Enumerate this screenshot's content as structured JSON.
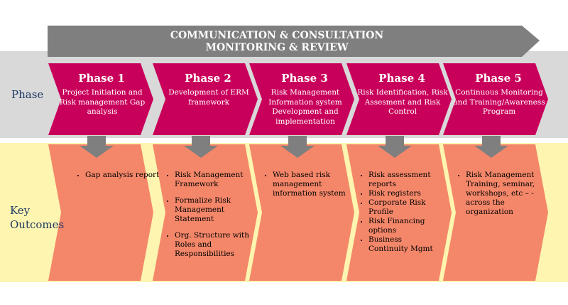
{
  "banner": {
    "line1": "COMMUNICATION & CONSULTATION",
    "line2": "MONITORING & REVIEW"
  },
  "row_labels": {
    "phase": "Phase",
    "outcomes_line1": "Key",
    "outcomes_line2": "Outcomes"
  },
  "colors": {
    "banner": "#7f7f7f",
    "phase_band": "#d9d9d9",
    "outcome_band": "#fdf5b0",
    "phase_chevron": "#c9005b",
    "outcome_chevron": "#f4876a",
    "down_arrow": "#7f7f7f",
    "label_text": "#1f3864"
  },
  "phases": [
    {
      "title": "Phase 1",
      "description": "Project Initiation and Risk management Gap analysis",
      "outcomes": [
        "Gap analysis report"
      ]
    },
    {
      "title": "Phase 2",
      "description": "Development of ERM framework",
      "outcomes": [
        "Risk Management Framework",
        "Formalize Risk Management Statement",
        "Org. Structure with Roles and Responsibilities"
      ]
    },
    {
      "title": "Phase 3",
      "description": "Risk Management Information system Development and implementation",
      "outcomes": [
        "Web based risk management information system"
      ]
    },
    {
      "title": "Phase 4",
      "description": "Risk Identification, Risk Assesment and Risk Control",
      "outcomes": [
        "Risk assessment reports",
        "Risk registers",
        "Corporate Risk Profile",
        "Risk Financing options",
        "Business Continuity Mgmt"
      ]
    },
    {
      "title": "Phase 5",
      "description": "Continuous Monitoring and Training/Awareness Program",
      "outcomes": [
        "Risk Management Training, seminar, workshops, etc – - across the organization"
      ]
    }
  ]
}
